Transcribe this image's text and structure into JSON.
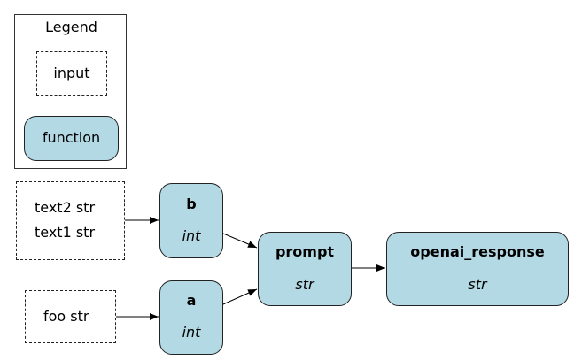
{
  "legend": {
    "title": "Legend",
    "input_label": "input",
    "function_label": "function"
  },
  "nodes": {
    "input_b": {
      "line1": "text2  str",
      "line2": "text1  str"
    },
    "input_a": {
      "line1": "foo  str"
    },
    "b": {
      "name": "b",
      "type": "int"
    },
    "a": {
      "name": "a",
      "type": "int"
    },
    "prompt": {
      "name": "prompt",
      "type": "str"
    },
    "openai_response": {
      "name": "openai_response",
      "type": "str"
    }
  },
  "colors": {
    "function_fill": "#b3d9e5",
    "border": "#222222",
    "edge": "#000000"
  },
  "edges": [
    [
      "input_b",
      "b"
    ],
    [
      "input_a",
      "a"
    ],
    [
      "b",
      "prompt"
    ],
    [
      "a",
      "prompt"
    ],
    [
      "prompt",
      "openai_response"
    ]
  ]
}
